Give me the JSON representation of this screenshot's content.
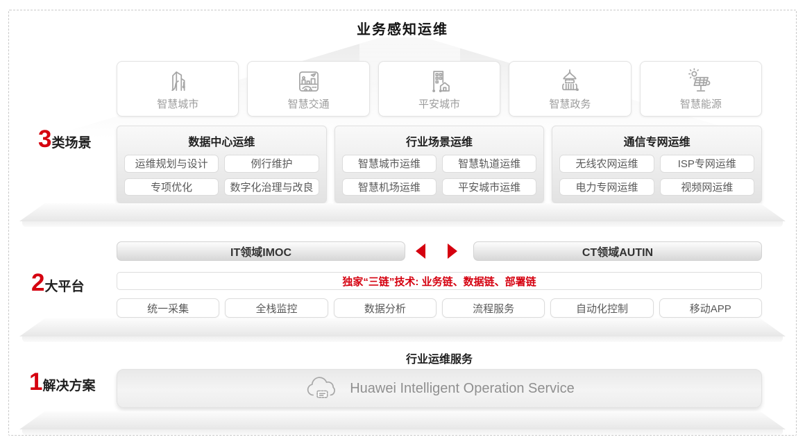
{
  "colors": {
    "accent_red": "#d5000f",
    "title_dark": "#141414",
    "pill_text": "#595959",
    "card_label_gray": "#9c9c9c",
    "service_text_gray": "#8f8f8f",
    "dashed_border": "#c9c9c9"
  },
  "header": {
    "title": "业务感知运维"
  },
  "scenario_cards": [
    {
      "label": "智慧城市",
      "icon": "smart-city-icon"
    },
    {
      "label": "智慧交通",
      "icon": "smart-transport-icon"
    },
    {
      "label": "平安城市",
      "icon": "safe-city-icon"
    },
    {
      "label": "智慧政务",
      "icon": "e-government-icon"
    },
    {
      "label": "智慧能源",
      "icon": "smart-energy-icon"
    }
  ],
  "scenes_section": {
    "number": "3",
    "label": "类场景",
    "groups": [
      {
        "title": "数据中心运维",
        "items": [
          "运维规划与设计",
          "例行维护",
          "专项优化",
          "数字化治理与改良"
        ]
      },
      {
        "title": "行业场景运维",
        "items": [
          "智慧城市运维",
          "智慧轨道运维",
          "智慧机场运维",
          "平安城市运维"
        ]
      },
      {
        "title": "通信专网运维",
        "items": [
          "无线农网运维",
          "ISP专网运维",
          "电力专网运维",
          "视频网运维"
        ]
      }
    ]
  },
  "platforms_section": {
    "number": "2",
    "label": "大平台",
    "it_platform": "IT领域IMOC",
    "ct_platform": "CT领域AUTIN",
    "tech_banner": "独家“三链”技术: 业务链、数据链、部署链",
    "capabilities": [
      "统一采集",
      "全栈监控",
      "数据分析",
      "流程服务",
      "自动化控制",
      "移动APP"
    ]
  },
  "solution_section": {
    "number": "1",
    "label": "解决方案",
    "service_title": "行业运维服务",
    "service_name": "Huawei Intelligent Operation Service"
  }
}
